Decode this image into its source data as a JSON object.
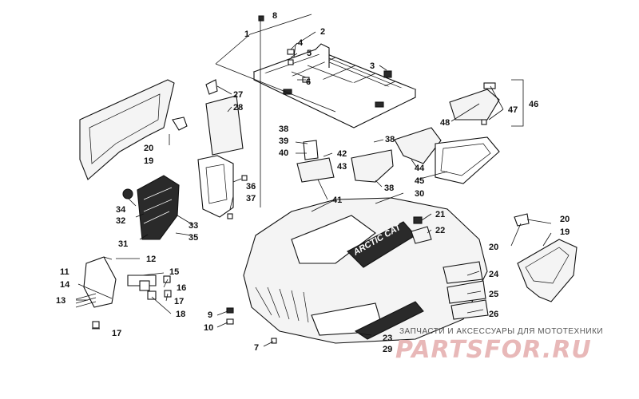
{
  "watermark": {
    "tagline": "ЗАПЧАСТИ И АКСЕССУАРЫ ДЛЯ МОТОТЕХНИКИ",
    "brand": "PARTSFOR.RU"
  },
  "hood_decal": "ARCTIC CAT",
  "callouts": [
    {
      "id": "1",
      "label": "1"
    },
    {
      "id": "2",
      "label": "2"
    },
    {
      "id": "3",
      "label": "3"
    },
    {
      "id": "4",
      "label": "4"
    },
    {
      "id": "5",
      "label": "5"
    },
    {
      "id": "6",
      "label": "6"
    },
    {
      "id": "7",
      "label": "7"
    },
    {
      "id": "8",
      "label": "8"
    },
    {
      "id": "9",
      "label": "9"
    },
    {
      "id": "10",
      "label": "10"
    },
    {
      "id": "11",
      "label": "11"
    },
    {
      "id": "12",
      "label": "12"
    },
    {
      "id": "13",
      "label": "13"
    },
    {
      "id": "14",
      "label": "14"
    },
    {
      "id": "15",
      "label": "15"
    },
    {
      "id": "16",
      "label": "16"
    },
    {
      "id": "17a",
      "label": "17"
    },
    {
      "id": "17b",
      "label": "17"
    },
    {
      "id": "18",
      "label": "18"
    },
    {
      "id": "19a",
      "label": "19"
    },
    {
      "id": "19b",
      "label": "19"
    },
    {
      "id": "20a",
      "label": "20"
    },
    {
      "id": "20b",
      "label": "20"
    },
    {
      "id": "20c",
      "label": "20"
    },
    {
      "id": "21",
      "label": "21"
    },
    {
      "id": "22",
      "label": "22"
    },
    {
      "id": "23",
      "label": "23"
    },
    {
      "id": "24",
      "label": "24"
    },
    {
      "id": "25",
      "label": "25"
    },
    {
      "id": "26",
      "label": "26"
    },
    {
      "id": "27",
      "label": "27"
    },
    {
      "id": "28",
      "label": "28"
    },
    {
      "id": "29",
      "label": "29"
    },
    {
      "id": "30",
      "label": "30"
    },
    {
      "id": "31",
      "label": "31"
    },
    {
      "id": "32",
      "label": "32"
    },
    {
      "id": "33",
      "label": "33"
    },
    {
      "id": "34",
      "label": "34"
    },
    {
      "id": "35",
      "label": "35"
    },
    {
      "id": "36",
      "label": "36"
    },
    {
      "id": "37",
      "label": "37"
    },
    {
      "id": "38a",
      "label": "38"
    },
    {
      "id": "38b",
      "label": "38"
    },
    {
      "id": "38c",
      "label": "38"
    },
    {
      "id": "39",
      "label": "39"
    },
    {
      "id": "40",
      "label": "40"
    },
    {
      "id": "41",
      "label": "41"
    },
    {
      "id": "42",
      "label": "42"
    },
    {
      "id": "43",
      "label": "43"
    },
    {
      "id": "44",
      "label": "44"
    },
    {
      "id": "45",
      "label": "45"
    },
    {
      "id": "46",
      "label": "46"
    },
    {
      "id": "47",
      "label": "47"
    },
    {
      "id": "48",
      "label": "48"
    }
  ]
}
